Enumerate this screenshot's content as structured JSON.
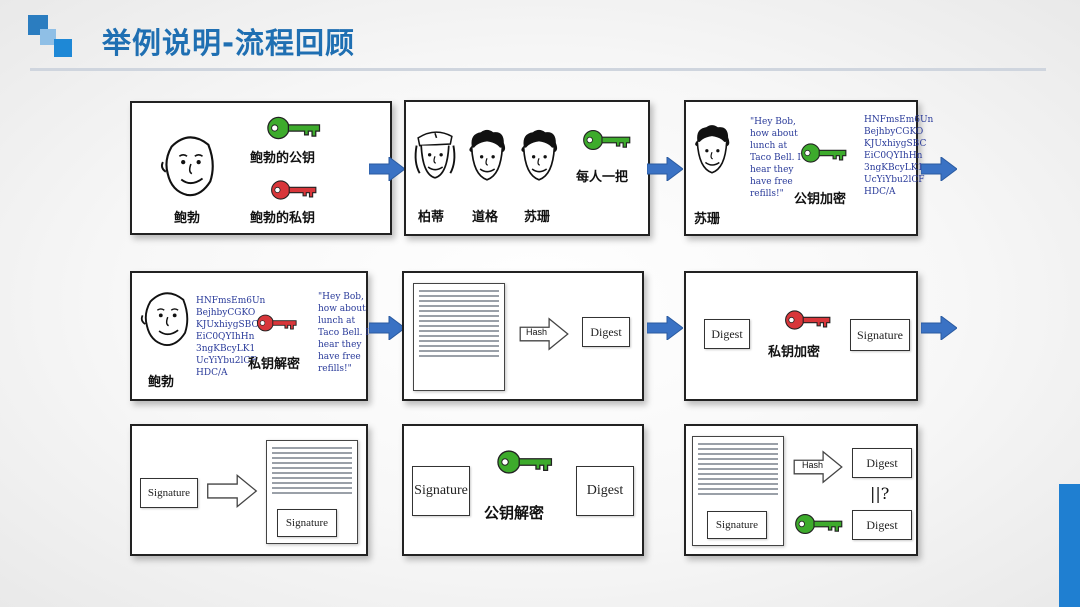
{
  "header": {
    "title": "举例说明-流程回顾"
  },
  "colors": {
    "accent": "#1f6fb2",
    "arrow": "#3a72c4",
    "green_key": "#3dab2c",
    "red_key": "#d8363a",
    "blue_text": "#2a3b9a"
  },
  "panels": {
    "p1": {
      "person": "鲍勃",
      "green_key_label": "鲍勃的公钥",
      "red_key_label": "鲍勃的私钥"
    },
    "p2": {
      "names": [
        "柏蒂",
        "道格",
        "苏珊"
      ],
      "key_label": "每人一把"
    },
    "p3": {
      "person": "苏珊",
      "message": "\"Hey Bob,\nhow about\nlunch at\nTaco Bell. I\nhear they\nhave free\nrefills!\"",
      "cipher": "HNFmsEm6Un\nBejhbyCGKO\nKJUxhiygSBC\nEiC0QYIhHn\n3ngKBcyLK1\nUcYiYbu2lCF\nHDC/A",
      "key_label": "公钥加密"
    },
    "p4": {
      "person": "鲍勃",
      "cipher": "HNFmsEm6Un\nBejhbyCGKO\nKJUxhiygSBC\nEiC0QYIhHn\n3ngKBcyLK1\nUcYiYbu2lCF\nHDC/A",
      "key_label": "私钥解密",
      "message": "\"Hey Bob,\nhow about\nlunch at\nTaco Bell. I\nhear they\nhave free\nrefills!\""
    },
    "p5": {
      "hash_label": "Hash",
      "digest_label": "Digest"
    },
    "p6": {
      "digest_label": "Digest",
      "key_label": "私钥加密",
      "signature_label": "Signature"
    },
    "p7": {
      "signature_label": "Signature",
      "doc_signature_label": "Signature"
    },
    "p8": {
      "signature_label": "Signature",
      "key_label": "公钥解密",
      "digest_label": "Digest"
    },
    "p9": {
      "signature_label": "Signature",
      "hash_label": "Hash",
      "digest_top_label": "Digest",
      "compare_label": "||?",
      "digest_bottom_label": "Digest"
    }
  }
}
